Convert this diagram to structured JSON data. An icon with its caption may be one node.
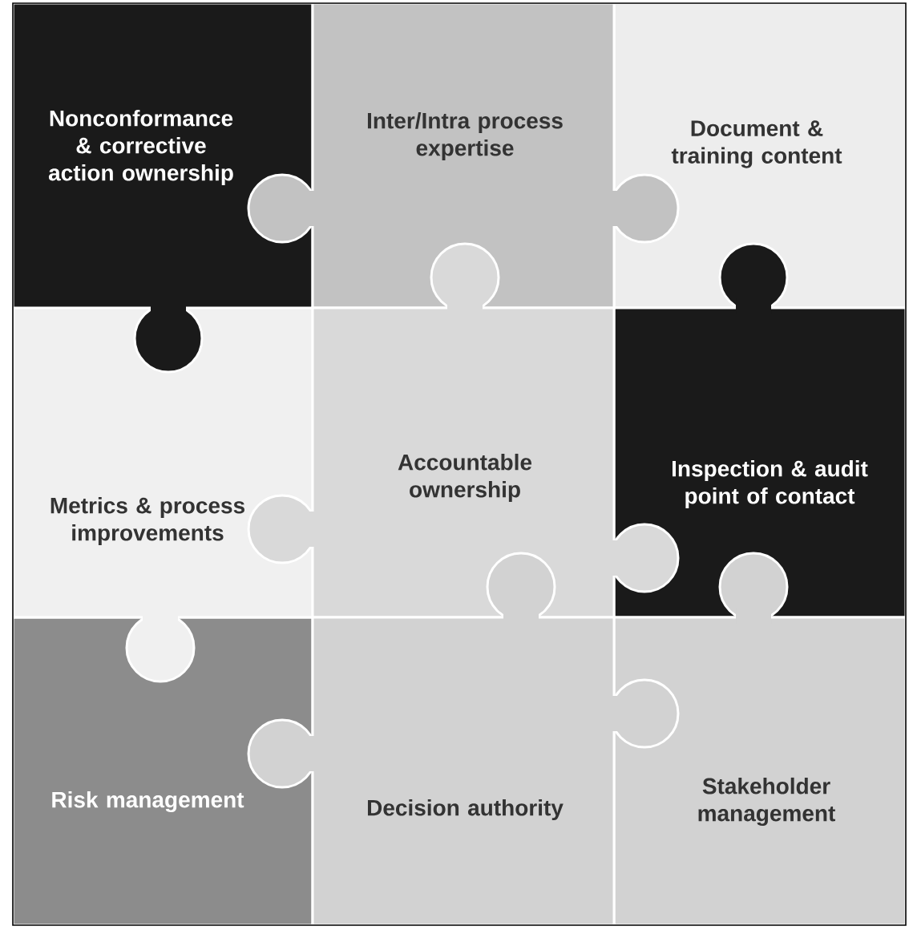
{
  "diagram": {
    "nodes": [
      {
        "text": [
          "Nonconformance & corrective action ownership"
        ]
      },
      {
        "text": [
          "Inter/Intra process expertise"
        ]
      },
      {
        "text": [
          "Document & training content"
        ]
      },
      {
        "text": [
          "Metrics & process improvements"
        ]
      },
      {
        "text": [
          "Accountable ownership"
        ]
      },
      {
        "text": [
          "Inspection & audit point of contact"
        ]
      },
      {
        "text": [
          "Risk management"
        ]
      },
      {
        "text": [
          "Decision authority"
        ]
      },
      {
        "text": [
          "Stakeholder management"
        ]
      }
    ]
  }
}
